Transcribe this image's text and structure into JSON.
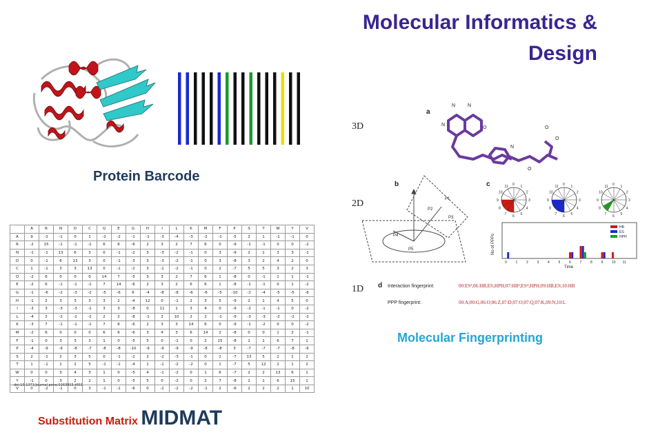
{
  "title": "Molecular Informatics & Design",
  "captions": {
    "protein_barcode": "Protein Barcode",
    "molecular_fingerprinting": "Molecular Fingerprinting",
    "substitution_matrix": "Substitution Matrix",
    "midmat": "MIDMAT"
  },
  "barcode": {
    "colors": [
      "#1a2ad0",
      "#1a2ad0",
      "#111111",
      "#111111",
      "#111111",
      "#1a2ad0",
      "#1a9a2a",
      "#111111",
      "#111111",
      "#1a9a2a",
      "#111111",
      "#111111",
      "#111111",
      "#e8e000",
      "#111111",
      "#111111"
    ]
  },
  "fingerprint_panel": {
    "row_labels": [
      "3D",
      "2D",
      "1D"
    ],
    "panel_letters": [
      "a",
      "b",
      "c",
      "d"
    ],
    "atoms": [
      "N",
      "N",
      "N",
      "O",
      "N",
      "O",
      "O",
      "O"
    ],
    "plane_labels": [
      "P1",
      "P2",
      "P3",
      "P4",
      "P5"
    ],
    "legend": [
      "HB",
      "ES",
      "HPH"
    ],
    "legend_colors": [
      "#d01a10",
      "#1a2ad0",
      "#1aa01a"
    ],
    "y_axis_label": "No of PPPs",
    "x_axis_label": "Time",
    "x_ticks": [
      "0",
      "1",
      "2",
      "3",
      "4",
      "5",
      "6",
      "7",
      "8",
      "9",
      "10",
      "11"
    ],
    "interaction_label": "Interaction fingerprint:",
    "interaction_value": "00:ES¹;06:HB;ES;HPH;07:HB²;ES⁴;HPH;09:HB;ES;10:HB",
    "ppp_label": "PPP fingerprint:",
    "ppp_value": "00:A;00:G,06:O;06:Z,07:D;07:O;07:Q;07:K,09:N,10:L",
    "clock_labels": [
      "11",
      "0",
      "1",
      "2",
      "3",
      "4",
      "5",
      "6",
      "7",
      "8",
      "9",
      "10"
    ]
  },
  "matrix": {
    "headers": [
      "",
      "A",
      "R",
      "N",
      "D",
      "C",
      "Q",
      "E",
      "G",
      "H",
      "I",
      "L",
      "K",
      "M",
      "F",
      "P",
      "S",
      "T",
      "W",
      "Y",
      "V"
    ],
    "rows": [
      [
        "A",
        "9",
        "-2",
        "-1",
        "0",
        "1",
        "-2",
        "-2",
        "-1",
        "-1",
        "-3",
        "-4",
        "-3",
        "-2",
        "-1",
        "-5",
        "2",
        "1",
        "-1",
        "-1",
        "0"
      ],
      [
        "R",
        "-2",
        "15",
        "-1",
        "-1",
        "-1",
        "6",
        "6",
        "-6",
        "2",
        "3",
        "2",
        "7",
        "6",
        "0",
        "-9",
        "-1",
        "-1",
        "0",
        "0",
        "-2"
      ],
      [
        "N",
        "-1",
        "-1",
        "13",
        "6",
        "3",
        "0",
        "-1",
        "-2",
        "3",
        "-3",
        "-2",
        "-1",
        "0",
        "3",
        "-9",
        "2",
        "1",
        "3",
        "3",
        "-1"
      ],
      [
        "D",
        "0",
        "-1",
        "6",
        "13",
        "3",
        "0",
        "-1",
        "-3",
        "3",
        "-3",
        "-2",
        "-1",
        "0",
        "3",
        "-8",
        "3",
        "2",
        "4",
        "2",
        "0"
      ],
      [
        "C",
        "1",
        "-1",
        "3",
        "3",
        "13",
        "0",
        "-1",
        "-2",
        "3",
        "-1",
        "-2",
        "-1",
        "0",
        "2",
        "-7",
        "5",
        "5",
        "3",
        "2",
        "3"
      ],
      [
        "Q",
        "-2",
        "6",
        "0",
        "0",
        "0",
        "14",
        "7",
        "-5",
        "3",
        "3",
        "2",
        "7",
        "6",
        "1",
        "-8",
        "0",
        "-1",
        "1",
        "1",
        "-1"
      ],
      [
        "E",
        "-2",
        "6",
        "-1",
        "-1",
        "-1",
        "7",
        "14",
        "-6",
        "2",
        "3",
        "2",
        "6",
        "6",
        "1",
        "-8",
        "-1",
        "-1",
        "0",
        "1",
        "-2"
      ],
      [
        "G",
        "-1",
        "-6",
        "-2",
        "-3",
        "-2",
        "-5",
        "-6",
        "6",
        "-4",
        "-8",
        "-8",
        "-6",
        "-6",
        "-5",
        "-10",
        "-2",
        "-4",
        "-5",
        "-5",
        "-6"
      ],
      [
        "H",
        "-1",
        "2",
        "3",
        "3",
        "3",
        "3",
        "2",
        "-4",
        "12",
        "0",
        "-1",
        "2",
        "3",
        "5",
        "-9",
        "2",
        "1",
        "4",
        "5",
        "0"
      ],
      [
        "I",
        "-3",
        "3",
        "-3",
        "-3",
        "-1",
        "3",
        "3",
        "-8",
        "0",
        "11",
        "1",
        "3",
        "4",
        "0",
        "-9",
        "-2",
        "-1",
        "-1",
        "0",
        "-2"
      ],
      [
        "L",
        "-4",
        "2",
        "-2",
        "-2",
        "-2",
        "2",
        "2",
        "-8",
        "-1",
        "2",
        "10",
        "2",
        "2",
        "-1",
        "-9",
        "-3",
        "-3",
        "-2",
        "-2",
        "-2"
      ],
      [
        "K",
        "-3",
        "7",
        "-1",
        "-1",
        "-1",
        "7",
        "6",
        "-6",
        "2",
        "3",
        "3",
        "14",
        "6",
        "0",
        "-9",
        "-1",
        "-2",
        "0",
        "0",
        "-2"
      ],
      [
        "M",
        "-2",
        "6",
        "0",
        "0",
        "0",
        "6",
        "6",
        "-6",
        "3",
        "4",
        "3",
        "6",
        "14",
        "2",
        "-8",
        "0",
        "0",
        "1",
        "2",
        "-1"
      ],
      [
        "F",
        "-1",
        "0",
        "3",
        "3",
        "3",
        "1",
        "0",
        "-5",
        "5",
        "0",
        "-1",
        "0",
        "2",
        "15",
        "-8",
        "1",
        "1",
        "6",
        "7",
        "1"
      ],
      [
        "P",
        "-4",
        "-9",
        "-9",
        "-8",
        "-7",
        "-8",
        "-8",
        "-10",
        "-9",
        "-9",
        "-9",
        "-9",
        "-8",
        "-8",
        "3",
        "-7",
        "-7",
        "-7",
        "-8",
        "-6"
      ],
      [
        "S",
        "2",
        "-1",
        "2",
        "3",
        "5",
        "0",
        "-1",
        "-2",
        "2",
        "-2",
        "-3",
        "-1",
        "0",
        "2",
        "-7",
        "13",
        "5",
        "2",
        "1",
        "2"
      ],
      [
        "T",
        "1",
        "-1",
        "1",
        "2",
        "5",
        "-1",
        "-1",
        "-4",
        "1",
        "-1",
        "-2",
        "-2",
        "0",
        "1",
        "-7",
        "5",
        "12",
        "2",
        "1",
        "2"
      ],
      [
        "W",
        "0",
        "0",
        "3",
        "4",
        "3",
        "1",
        "0",
        "-5",
        "4",
        "-1",
        "-2",
        "0",
        "1",
        "6",
        "-7",
        "2",
        "2",
        "13",
        "6",
        "1"
      ],
      [
        "Y",
        "-1",
        "0",
        "3",
        "2",
        "2",
        "1",
        "0",
        "-5",
        "5",
        "0",
        "-2",
        "0",
        "2",
        "7",
        "-8",
        "1",
        "1",
        "6",
        "15",
        "1"
      ],
      [
        "V",
        "0",
        "-2",
        "-1",
        "0",
        "3",
        "-1",
        "-1",
        "-6",
        "0",
        "-2",
        "-2",
        "-2",
        "-1",
        "2",
        "-6",
        "2",
        "2",
        "2",
        "1",
        "10"
      ]
    ],
    "doi": "doi:10.1371/journal.pone.0163915.t001"
  }
}
